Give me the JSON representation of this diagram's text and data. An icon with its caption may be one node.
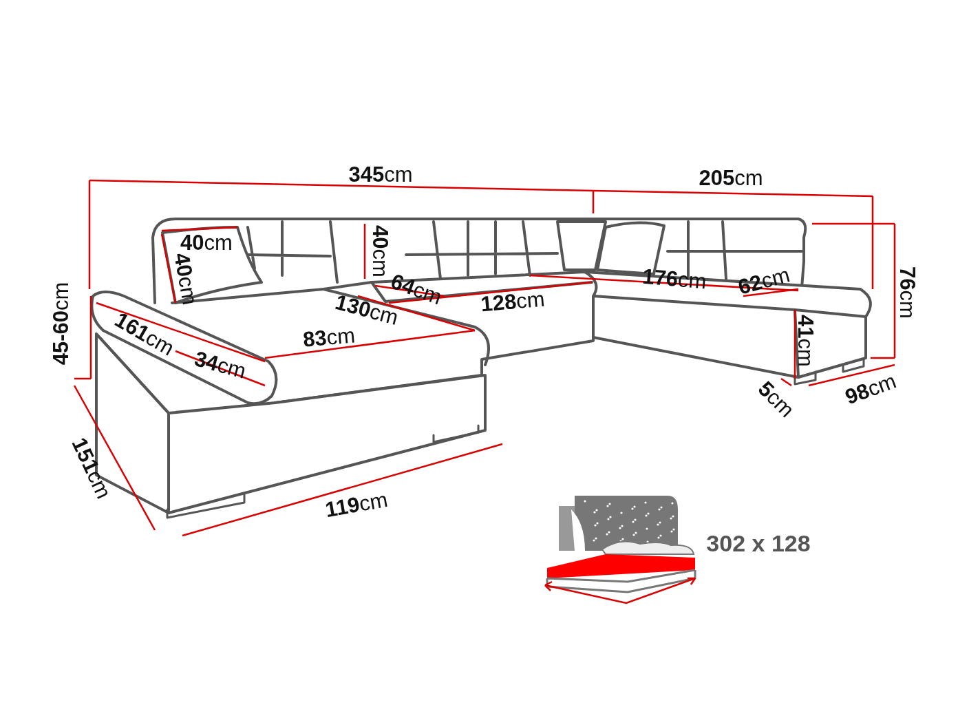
{
  "diagram": {
    "labels": [
      "**345**cm",
      "**205**cm",
      "**40**cm",
      "**40**cm",
      "**76**cm",
      "**40**cm",
      "**64**cm",
      "**176**cm",
      "**62**cm",
      "**45-60**cm",
      "**130**cm",
      "**128**cm",
      "**161**cm",
      "**83**cm",
      "**41**cm",
      "**34**cm",
      "**98**cm",
      "**5**cm",
      "**151**cm",
      "**119**cm",
      "302 x 128"
    ]
  }
}
